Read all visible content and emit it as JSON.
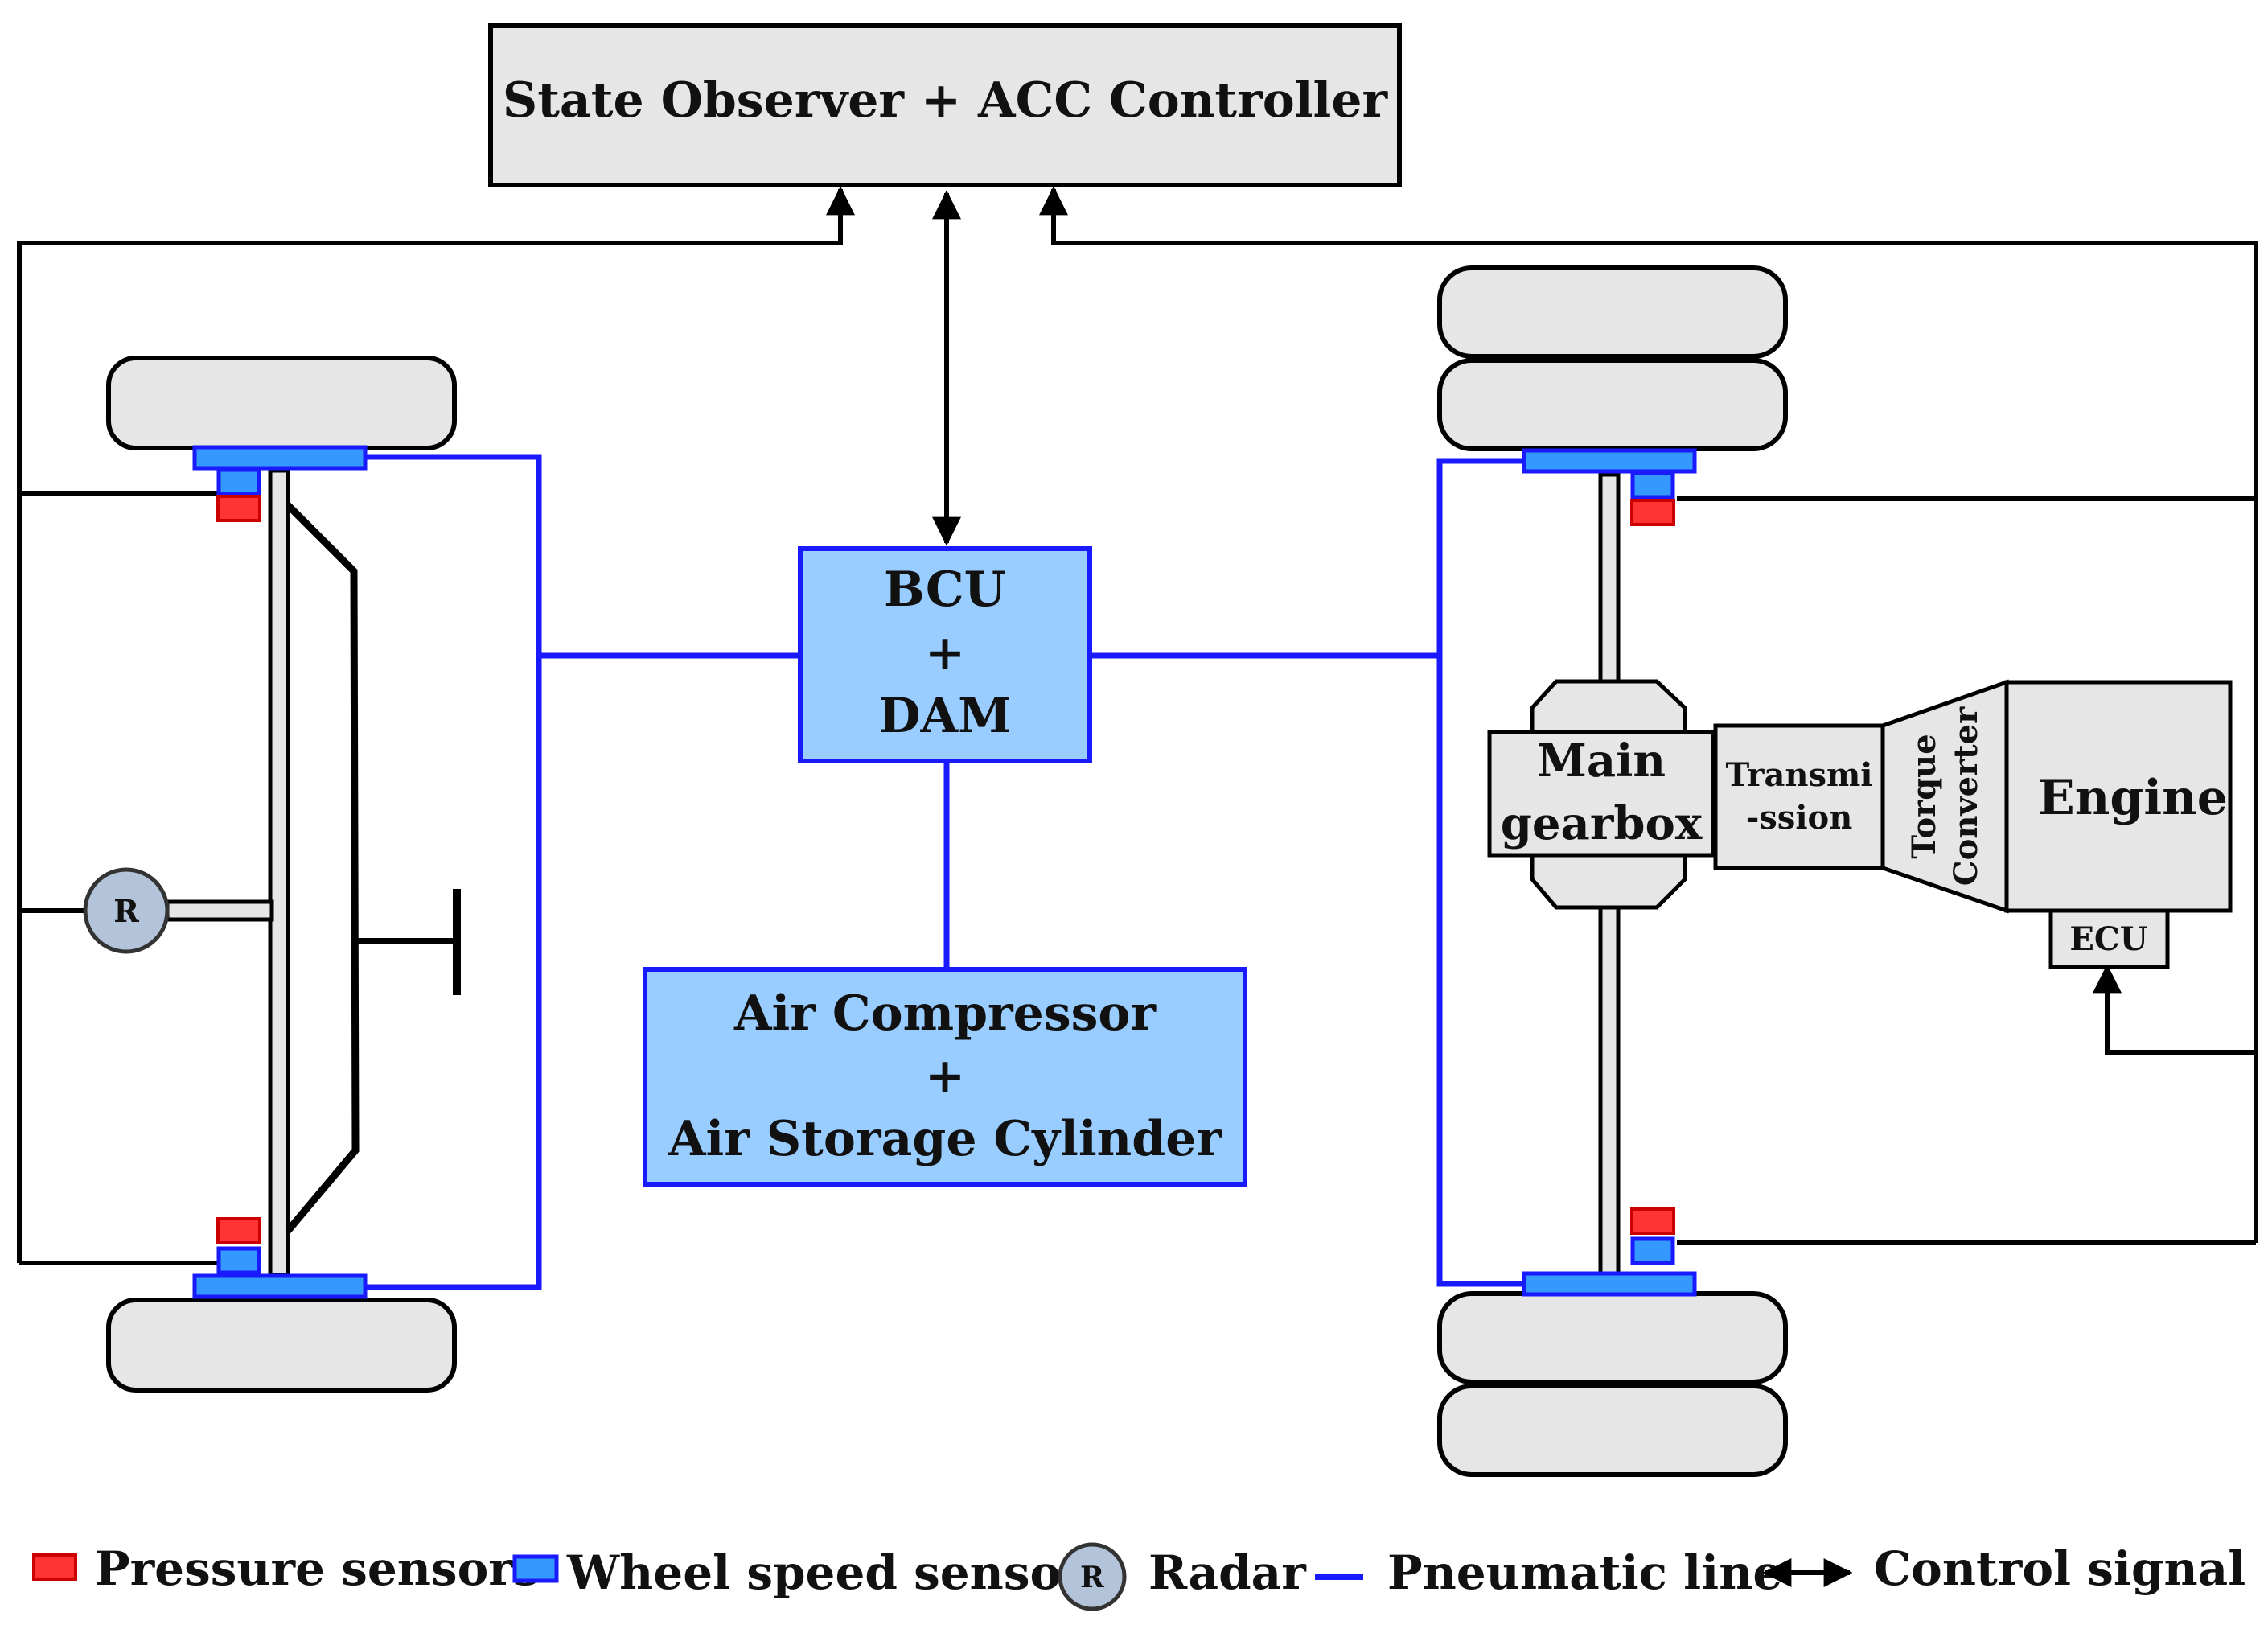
{
  "controller": {
    "label": "State Observer + ACC Controller"
  },
  "bcu": {
    "line1": "BCU",
    "line2": "+",
    "line3": "DAM"
  },
  "compressor": {
    "line1": "Air Compressor",
    "line2": "+",
    "line3": "Air Storage Cylinder"
  },
  "radar": {
    "symbol": "R"
  },
  "powertrain": {
    "gearbox_line1": "Main",
    "gearbox_line2": "gearbox",
    "transmission_line1": "Transmi",
    "transmission_line2": "-ssion",
    "converter_line1": "Torque",
    "converter_line2": "Converter",
    "engine": "Engine",
    "ecu": "ECU"
  },
  "legend": {
    "pressure": "Pressure sensors",
    "wheel_speed": "Wheel speed sensor",
    "radar_symbol": "R",
    "radar": "Radar",
    "pneumatic": "Pneumatic line",
    "control": "Control signal"
  },
  "colors": {
    "box_fill": "#e6e6e6",
    "blue_box_fill": "#99ccff",
    "pneumatic_line": "#1a1aff",
    "pressure_sensor": "#ff3333",
    "wheel_speed_sensor": "#3399ff",
    "radar_fill": "#b3c3d9"
  }
}
